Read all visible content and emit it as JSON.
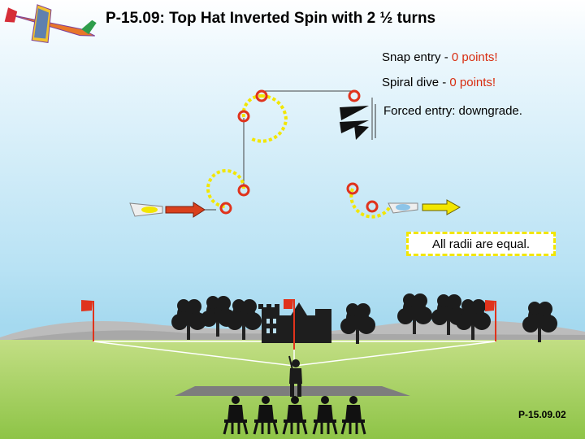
{
  "slide": {
    "code": "P-15.09",
    "title_sep": ":",
    "title_rest": "Top Hat Inverted Spin with 2 ½ turns",
    "notes": [
      {
        "label": "Snap entry - ",
        "value": "0 points!"
      },
      {
        "label": "Spiral dive - ",
        "value": "0 points!"
      },
      {
        "label": "Forced entry: downgrade.",
        "value": ""
      }
    ],
    "radii_note": "All radii are equal.",
    "footer_code": "P-15.09.02"
  },
  "colors": {
    "accent_red": "#d82c10",
    "dash_yellow": "#f2e600",
    "path_line": "#444444",
    "entry_arrow": "#d9401c",
    "exit_arrow": "#f2e600",
    "flag": "#e0331c",
    "grass": "#a7d25f"
  },
  "icons": [
    "airplane-logo-icon",
    "airplane-entry-icon",
    "airplane-exit-icon",
    "pennant-icon",
    "pilot-figure-icon",
    "judge-figure-icon",
    "tree-icon",
    "castle-icon"
  ]
}
